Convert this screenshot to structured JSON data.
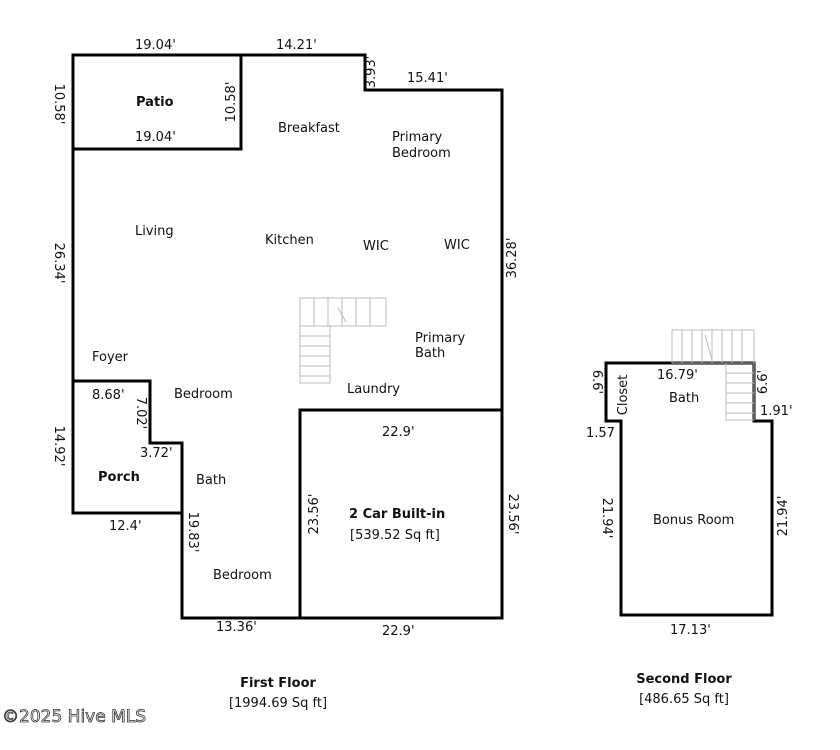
{
  "first_floor": {
    "title": "First Floor",
    "area": "[1994.69 Sq ft]",
    "rooms": {
      "patio": "Patio",
      "breakfast": "Breakfast",
      "primary_bedroom_1": "Primary",
      "primary_bedroom_2": "Bedroom",
      "living": "Living",
      "kitchen": "Kitchen",
      "wic1": "WIC",
      "wic2": "WIC",
      "primary_bath_1": "Primary",
      "primary_bath_2": "Bath",
      "foyer": "Foyer",
      "bedroom1": "Bedroom",
      "laundry": "Laundry",
      "porch": "Porch",
      "bath": "Bath",
      "garage": "2 Car Built-in",
      "garage_area": "[539.52 Sq ft]",
      "bedroom2": "Bedroom"
    },
    "dims": {
      "top_left": "19.04'",
      "top_mid": "14.21'",
      "step": "3.93'",
      "top_right": "15.41'",
      "patio_left": "10.58'",
      "patio_right": "10.58'",
      "patio_bottom": "19.04'",
      "left_mid": "26.34'",
      "right": "36.28'",
      "porch_top": "8.68'",
      "porch_step": "7.02'",
      "porch_step2": "3.72'",
      "porch_left": "14.92'",
      "porch_bottom": "12.4'",
      "bath_wall": "19.83'",
      "garage_top": "22.9'",
      "garage_left": "23.56'",
      "garage_right": "23.56'",
      "bottom_left": "13.36'",
      "garage_bottom": "22.9'"
    }
  },
  "second_floor": {
    "title": "Second Floor",
    "area": "[486.65 Sq ft]",
    "rooms": {
      "closet": "Closet",
      "bath": "Bath",
      "bonus": "Bonus Room"
    },
    "dims": {
      "top": "16.79'",
      "left_upper": "6.6'",
      "right_upper": "6.6'",
      "right_step": "1.91'",
      "left_step": "1.57",
      "left": "21.94'",
      "right": "21.94'",
      "bottom": "17.13'"
    }
  },
  "watermark": "©2025 Hive MLS"
}
